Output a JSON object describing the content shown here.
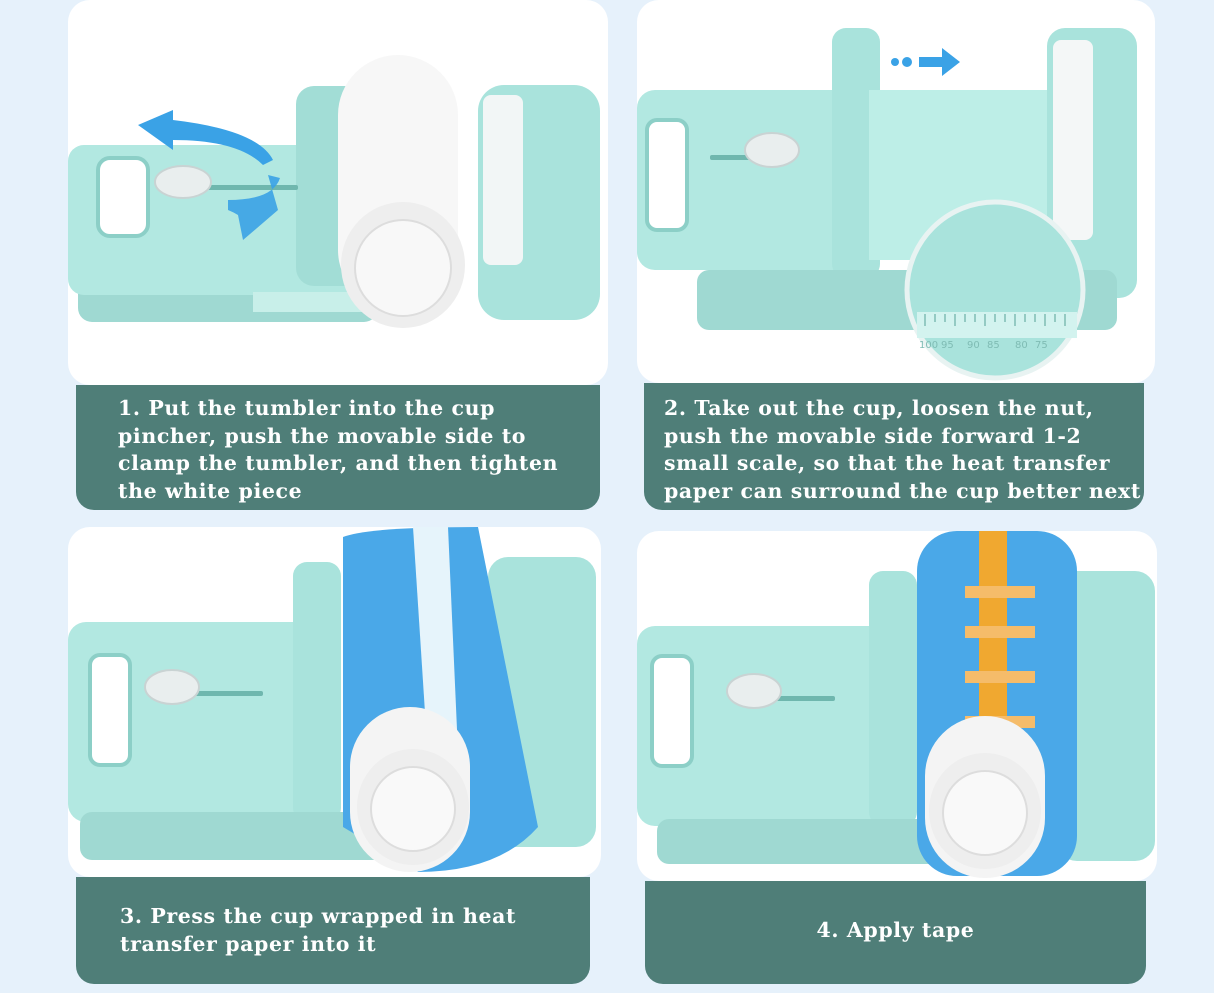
{
  "steps": [
    {
      "number": "1",
      "text": "1. Put the tumbler into the cup pincher, push the movable side to clamp the tumbler, and then tighten the white piece"
    },
    {
      "number": "2",
      "text": "2. Take out the cup, loosen the nut, push the movable side forward 1-2 small scale, so that the heat transfer paper can surround the cup better next"
    },
    {
      "number": "3",
      "text": "3. Press the cup wrapped in heat transfer paper into it"
    },
    {
      "number": "4",
      "text": "4. Apply tape"
    }
  ],
  "scale_labels": [
    "100",
    "95",
    "90",
    "85",
    "80",
    "75"
  ],
  "colors": {
    "background": "#e6f1fb",
    "caption_bg": "#4f7e78",
    "device_mint": "#a9e3dc",
    "arrow_blue": "#3aa2e6",
    "tape_orange": "#f0a830",
    "paper_blue": "#4aa8e8"
  }
}
